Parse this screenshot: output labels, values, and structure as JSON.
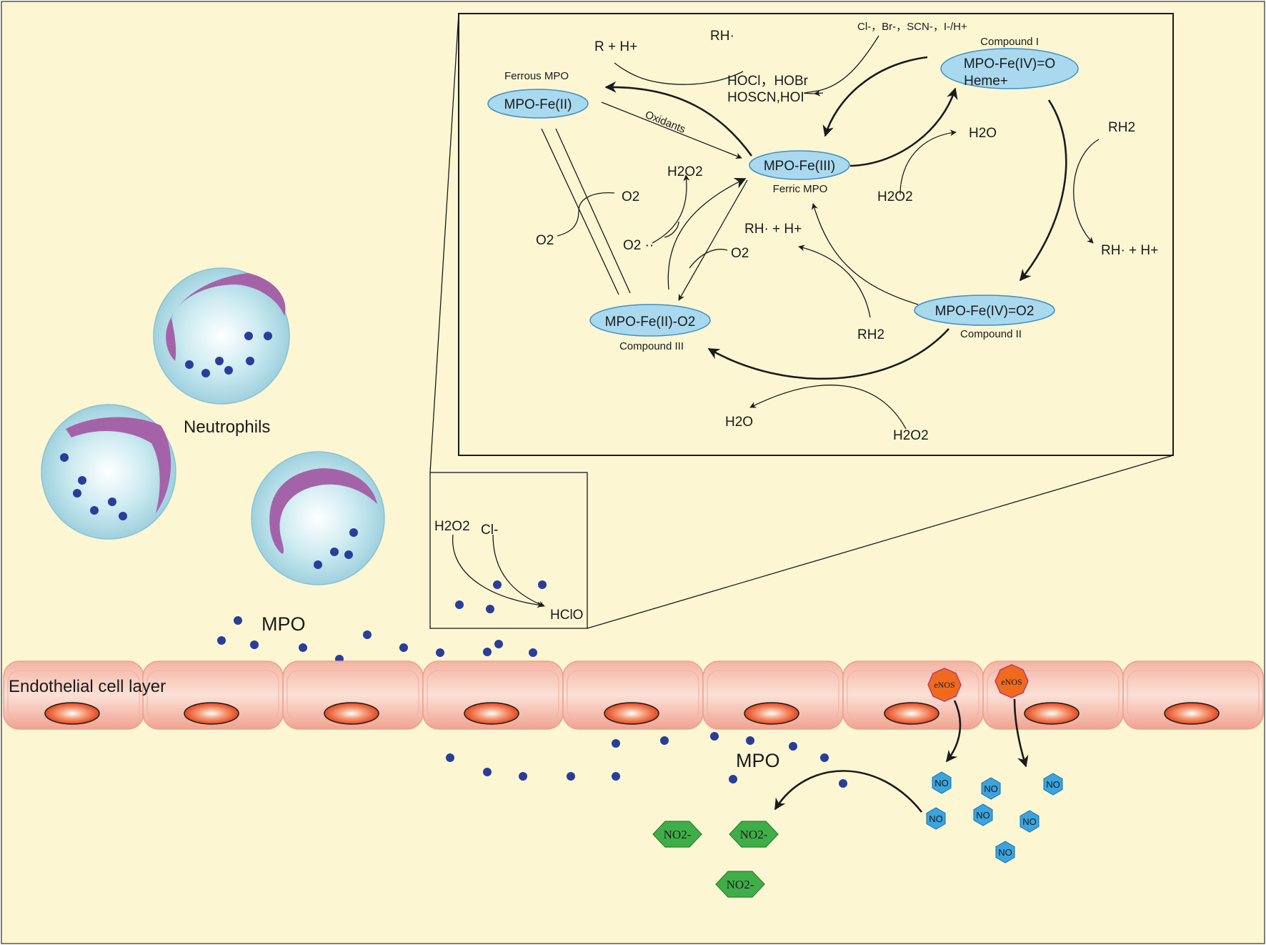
{
  "colors": {
    "background": "#fdf6d3",
    "neutrophil": "#aedbe6",
    "nucleus_lobe": "#a463a8",
    "granule": "#283e9a",
    "endothelial_cell": "#f0a796",
    "cell_nucleus": "#e8502a",
    "enzyme_oval": "#a9d9ef",
    "enos": "#ef6a1c",
    "no_molecule": "#3aa4df",
    "nitrite": "#3fae49"
  },
  "labels": {
    "neutrophils": "Neutrophils",
    "mpo_top": "MPO",
    "mpo_bottom": "MPO",
    "endothelial": "Endothelial cell layer",
    "enos": "eNOS",
    "no": "NO",
    "no2": "NO2-"
  },
  "small_box": {
    "h2o2": "H2O2",
    "cl": "Cl-",
    "hclo": "HClO"
  },
  "cycle": {
    "ferrous_title": "Ferrous MPO",
    "ferrous": "MPO-Fe(II)",
    "ferric": "MPO-Fe(III)",
    "ferric_title": "Ferric MPO",
    "compound1_title": "Compound I",
    "compound1_line1": "MPO-Fe(IV)=O",
    "compound1_line2": "Heme+",
    "compound2": "MPO-Fe(IV)=O2",
    "compound2_title": "Compound II",
    "compound3": "MPO-Fe(II)-O2",
    "compound3_title": "Compound III",
    "halides": "Cl-，Br-，SCN-，I-/H+",
    "hypohalous_1": "HOCl，HOBr",
    "hypohalous_2": "HOSCN,HOI",
    "rh_radical": "RH·",
    "r_h": "R +  H+",
    "oxidants": "Oxidants",
    "h2o_top": "H2O",
    "h2o2_ferric": "H2O2",
    "rh2_right": "RH2",
    "rh_h_right": "RH· +  H+",
    "rh_h_mid": "RH· +  H+",
    "rh2_mid": "RH2",
    "h2o2_c3": "H2O2",
    "o2_a": "O2",
    "o2_b": "O2",
    "o2_superoxide": "O2 ··",
    "o2_c": "O2",
    "h2o_bottom": "H2O",
    "h2o2_bottom": "H2O2"
  }
}
